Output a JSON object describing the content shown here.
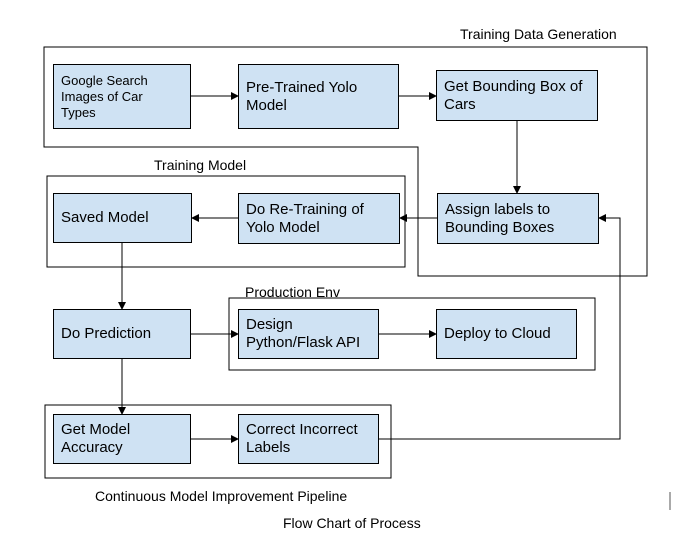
{
  "groups": {
    "training_data_generation": "Training Data Generation",
    "training_model": "Training Model",
    "production_env": "Production Env",
    "improvement_pipeline": "Continuous Model Improvement Pipeline"
  },
  "nodes": {
    "google_search": "Google Search\nImages of Car\nTypes",
    "pretrained_yolo": "Pre-Trained Yolo\nModel",
    "get_bbox": "Get Bounding Box of\nCars",
    "assign_labels": "Assign labels to\nBounding Boxes",
    "retraining": "Do Re-Training of\nYolo Model",
    "saved_model": "Saved Model",
    "do_prediction": "Do Prediction",
    "design_api": "Design\nPython/Flask API",
    "deploy_cloud": "Deploy to Cloud",
    "model_accuracy": "Get Model\nAccuracy",
    "correct_labels": "Correct Incorrect\nLabels"
  },
  "caption": "Flow Chart of Process",
  "colors": {
    "node_fill": "#cfe2f3",
    "stroke": "#000000"
  }
}
